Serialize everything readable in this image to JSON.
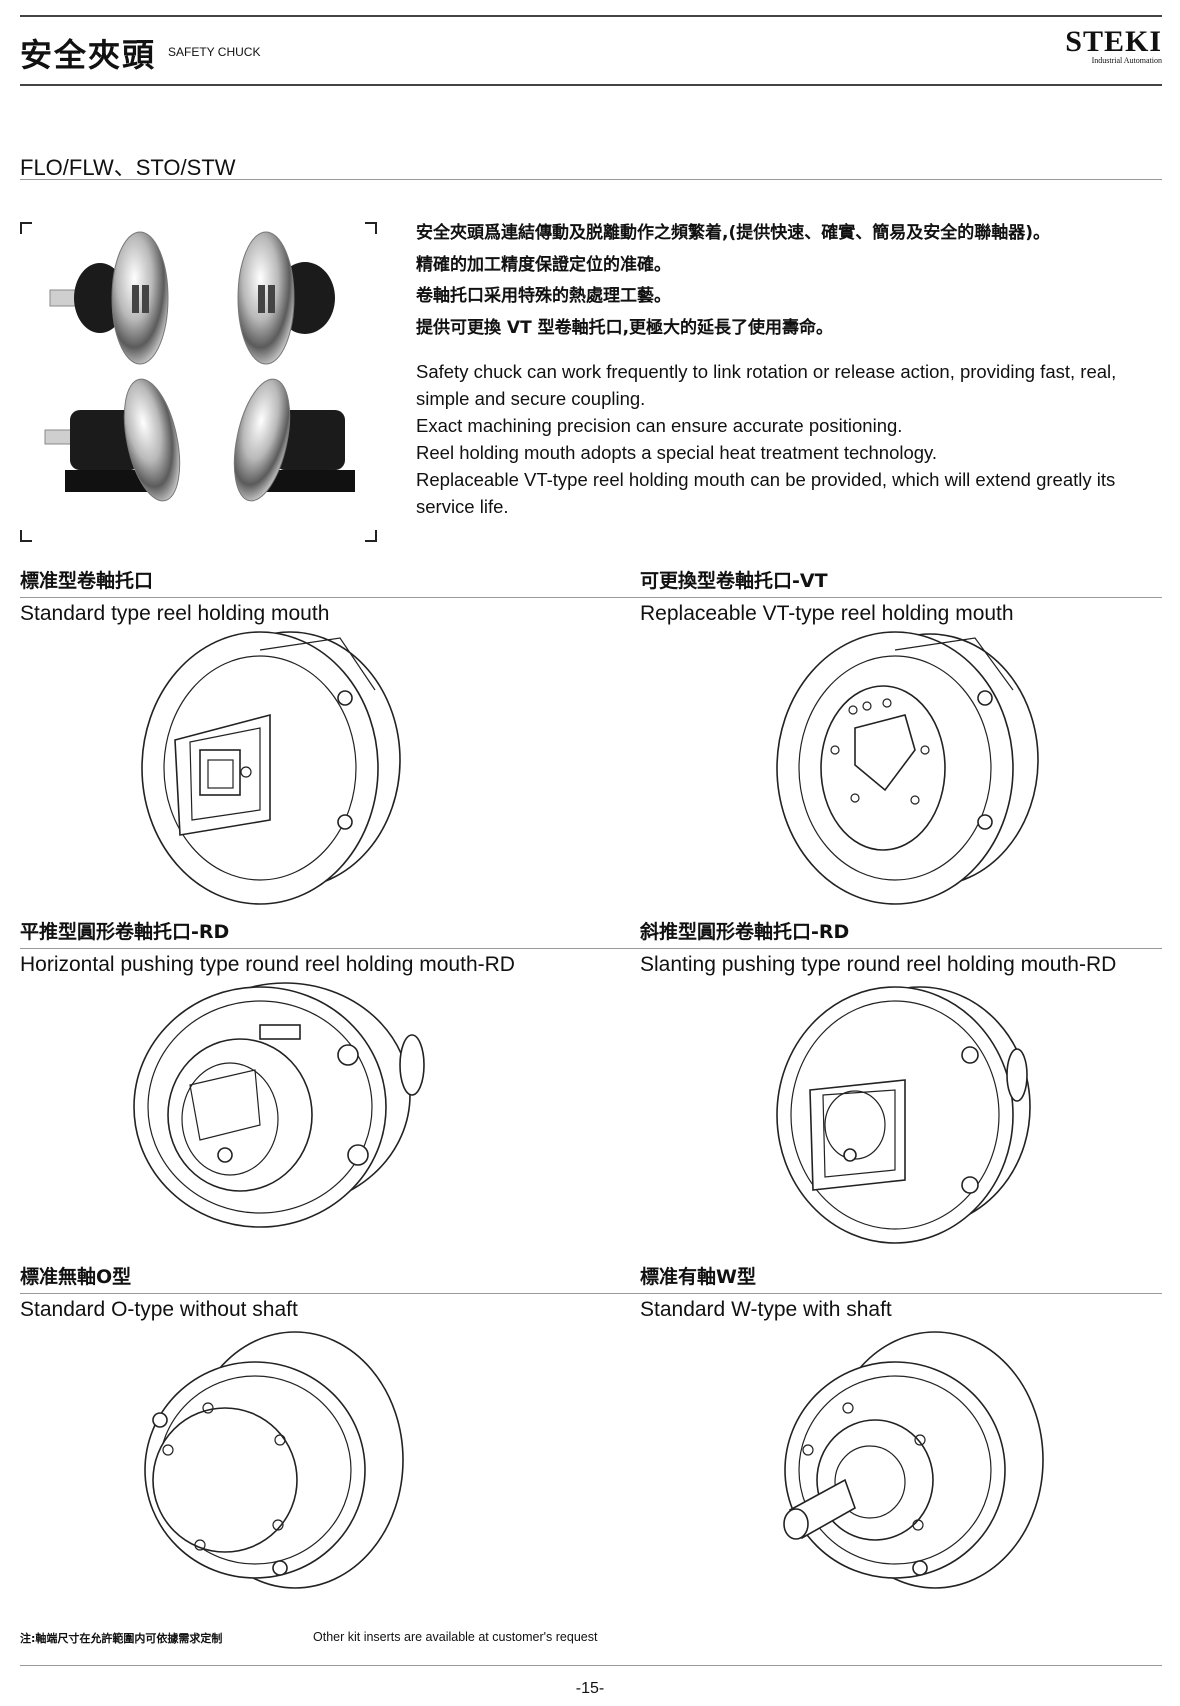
{
  "header": {
    "title_zh": "安全夾頭",
    "title_en": "SAFETY CHUCK",
    "brand": "STEKI",
    "brand_sub": "Industrial Automation"
  },
  "series": "FLO/FLW、STO/STW",
  "description": {
    "zh": [
      "安全夾頭爲連結傳動及脱離動作之頻繁着,(提供快速、確實、簡易及安全的聯軸器)。",
      "精確的加工精度保證定位的准確。",
      "卷軸托口采用特殊的熱處理工藝。",
      "提供可更換 VT 型卷軸托口,更極大的延長了使用壽命。"
    ],
    "en": [
      "Safety chuck can work frequently to link rotation or release action, providing fast, real, simple and secure coupling.",
      "Exact machining precision can ensure accurate positioning.",
      "Reel holding mouth adopts a special heat treatment technology.",
      "Replaceable VT-type reel holding mouth can be provided, which will extend greatly its service life."
    ]
  },
  "sections": [
    {
      "zh": "標准型卷軸托口",
      "en": "Standard type reel holding mouth"
    },
    {
      "zh": "可更換型卷軸托口-VT",
      "en": "Replaceable VT-type reel holding mouth"
    },
    {
      "zh": "平推型圓形卷軸托口-RD",
      "en": "Horizontal pushing type round reel holding mouth-RD"
    },
    {
      "zh": "斜推型圓形卷軸托口-RD",
      "en": "Slanting pushing type round reel holding mouth-RD"
    },
    {
      "zh": "標准無軸O型",
      "en": "Standard O-type without shaft"
    },
    {
      "zh": "標准有軸W型",
      "en": "Standard W-type with shaft"
    }
  ],
  "footer": {
    "note_zh": "注:軸端尺寸在允許範圍内可依據需求定制",
    "note_en": "Other kit inserts are available at customer's request",
    "page_number": "-15-"
  }
}
